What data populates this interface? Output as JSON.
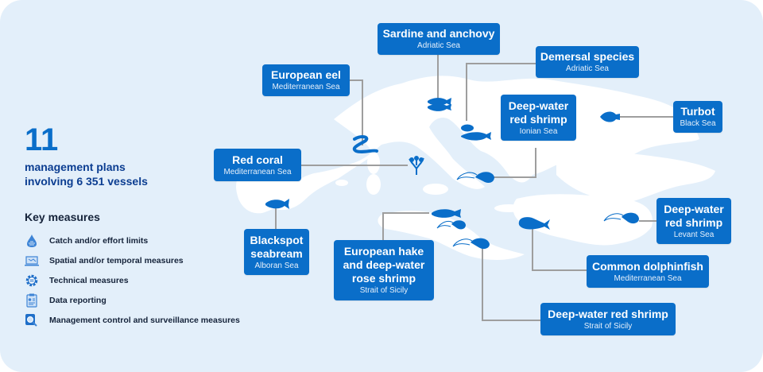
{
  "summary": {
    "count": "11",
    "line1": "management plans",
    "line2": "involving 6 351 vessels"
  },
  "key_measures": {
    "title": "Key measures",
    "items": [
      {
        "icon": "catch-limits-icon",
        "label": "Catch and/or effort limits"
      },
      {
        "icon": "spatial-map-icon",
        "label": "Spatial and/or temporal measures"
      },
      {
        "icon": "gear-icon",
        "label": "Technical measures"
      },
      {
        "icon": "clipboard-report-icon",
        "label": "Data reporting"
      },
      {
        "icon": "surveillance-icon",
        "label": "Management control and surveillance measures"
      }
    ]
  },
  "plans": [
    {
      "species": "Sardine and anchovy",
      "area": "Adriatic Sea",
      "icon": "sardine-icon"
    },
    {
      "species": "Demersal species",
      "area": "Adriatic Sea",
      "icon": "demersal-fish-icon"
    },
    {
      "species": "European eel",
      "area": "Mediterranean Sea",
      "icon": "eel-icon"
    },
    {
      "species": "Deep-water red shrimp",
      "area": "Ionian Sea",
      "icon": "shrimp-icon"
    },
    {
      "species": "Turbot",
      "area": "Black Sea",
      "icon": "turbot-icon"
    },
    {
      "species": "Red coral",
      "area": "Mediterranean Sea",
      "icon": "coral-icon"
    },
    {
      "species": "Deep-water red shrimp",
      "area": "Levant Sea",
      "icon": "shrimp-icon"
    },
    {
      "species": "Blackspot seabream",
      "area": "Alboran Sea",
      "icon": "seabream-icon"
    },
    {
      "species": "European hake and deep-water rose shrimp",
      "area": "Strait of Sicily",
      "icon": "hake-icon"
    },
    {
      "species": "Common dolphinfish",
      "area": "Mediterranean Sea",
      "icon": "dolphinfish-icon"
    },
    {
      "species": "Deep-water red shrimp",
      "area": "Strait of Sicily",
      "icon": "shrimp-icon"
    }
  ],
  "colors": {
    "accent": "#0a6ec9",
    "background": "#e3effa",
    "land": "#ffffff",
    "connector": "#9e9e9e",
    "text_dark": "#0b3d91"
  }
}
